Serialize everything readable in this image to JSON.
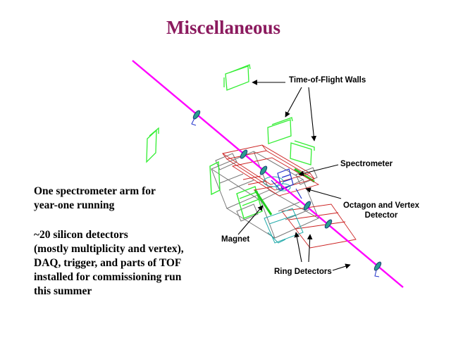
{
  "title": "Miscellaneous",
  "body": {
    "line1": "One spectrometer arm for",
    "line2": "year-one running",
    "line3": "~20 silicon detectors",
    "line4": "(mostly multiplicity and vertex),",
    "line5": "DAQ, trigger, and parts of TOF",
    "line6": "installed for commissioning run",
    "line7": "this summer"
  },
  "labels": {
    "tof": "Time-of-Flight Walls",
    "spectrometer": "Spectrometer",
    "octagon_line1": "Octagon and Vertex",
    "octagon_line2": "Detector",
    "magnet": "Magnet",
    "ring": "Ring Detectors"
  },
  "colors": {
    "title": "#8b1a5e",
    "beam": "#ff00ff",
    "tof_walls": "#33ee33",
    "magnet": "#777777",
    "spectrometer": "#cc2222",
    "silicon": "#2233cc",
    "ring": "#22aaaa"
  }
}
